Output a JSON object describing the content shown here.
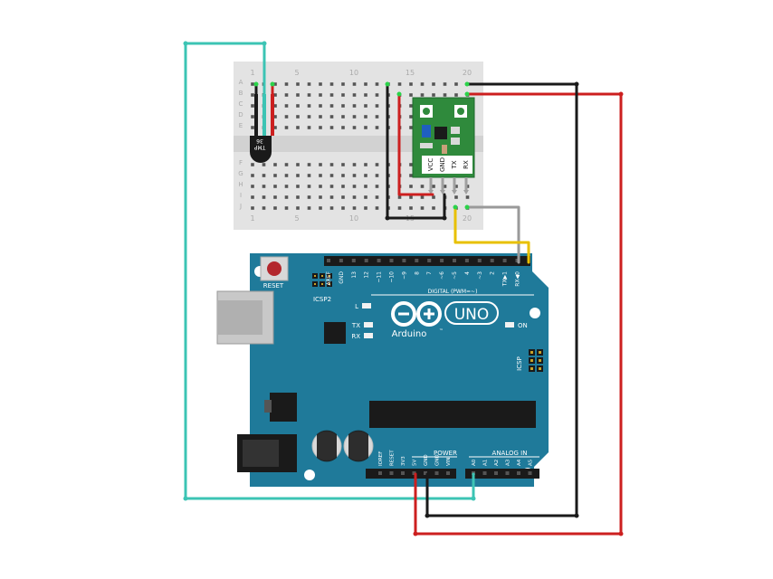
{
  "breadboard": {
    "row_letters_top": [
      "A",
      "B",
      "C",
      "D",
      "E"
    ],
    "row_letters_bottom": [
      "F",
      "G",
      "H",
      "I",
      "J"
    ],
    "column_numbers": [
      "1",
      "5",
      "10",
      "15",
      "20"
    ]
  },
  "sensor": {
    "label_line1": "TMP",
    "label_line2": "36"
  },
  "module": {
    "pins": [
      "VCC",
      "GND",
      "TX",
      "RX"
    ]
  },
  "arduino": {
    "reset_label": "RESET",
    "icsp2_label": "ICSP2",
    "icsp_label": "ICSP",
    "l_label": "L",
    "tx_label": "TX",
    "rx_label": "RX",
    "on_label": "ON",
    "uno_label": "UNO",
    "brand_label": "Arduino",
    "trademark": "™",
    "digital_label": "DIGITAL (PWM=~)",
    "power_label": "POWER",
    "analog_label": "ANALOG IN",
    "digital_pins": [
      "AREF",
      "GND",
      "13",
      "12",
      "~11",
      "~10",
      "~9",
      "8",
      "7",
      "~6",
      "~5",
      "4",
      "~3",
      "2",
      "TX▶1",
      "RX◀0"
    ],
    "power_pins": [
      "IOREF",
      "RESET",
      "3V3",
      "5V",
      "GND",
      "GND",
      "VIN"
    ],
    "analog_pins": [
      "A0",
      "A1",
      "A2",
      "A3",
      "A4",
      "A5"
    ]
  },
  "colors": {
    "board_blue": "#1f7a9a",
    "breadboard": "#e3e3e3",
    "wire_teal": "#3cc4b4",
    "wire_red": "#cc1f1f",
    "wire_black": "#1a1a1a",
    "wire_yellow": "#e8c000",
    "wire_gray": "#9a9a9a",
    "module_green": "#2f8a3c"
  }
}
